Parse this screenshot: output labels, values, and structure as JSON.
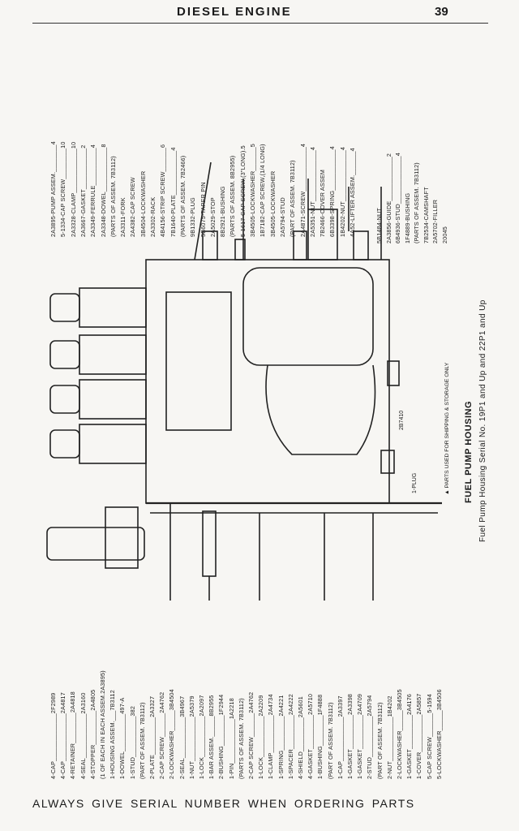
{
  "header": {
    "title": "DIESEL ENGINE",
    "page": "39"
  },
  "top_parts": [
    "2A3895-PUMP ASSEM.________4",
    "5-1334-CAP SCREW_________10",
    "2A3328-CLAMP_____________10",
    "2A3667-GASKET____________2",
    "2A3349-FERRULE___________4",
    "2A3348-DOWEL_____________8",
    "(PARTS OF ASSEM. 7B3112)",
    "2A3311-FORK",
    "2A4382-CAP SCREW",
    "3B4504-LOCKWASHER",
    "2A3302-RACK",
    "4B4156-STRIP SCREW_______6",
    "7B1640-PLATE_____________4",
    "(PARTS OF ASSEM. 7B2466)",
    "9B1332-PLUG",
    "5B6075-TAPER PIN",
    "2A5029-STOP",
    "8B2921-BUSHING",
    "(PARTS OF ASSEM. 8B2955)",
    "5-1617-CAP SCREW,(3\"LONG).5",
    "3B4505-LOCKWASHER_______5",
    "1B7182-CAP SCREW,(1/4 LONG)",
    "3B4505-LOCKWASHER",
    "2A5794-STUD",
    "(PART OF ASSEM. 7B3112)",
    "2A4871-SCREW_____________4",
    "2A5351-NUT_______________4",
    "7B2466-COVER ASSEM",
    "6B3398-SPRING____________4",
    "1B4202-NUT_______________4",
    "4A52-LIFTER ASSEM._______4"
  ],
  "top_right_parts": [
    "5B1484-NUT",
    "2A3856-GUIDE_____________2",
    "6B4936-STUD______________4",
    "1F4889-BUSHING",
    "(PARTS OF ASSEM. 7B3112)",
    "7B2534-CAMSHAFT",
    "2A5702-FILLER",
    "20045"
  ],
  "bottom_parts": [
    "4-CAP______________2F2989",
    "4-CAP______________2A4817",
    "4-RETAINER_________2A4818",
    "4-SEAL_____________2A3160",
    "4-STOPPER__________2A4805",
    "(1 OF EACH IN EACH ASSEM.2A3895)",
    "1-HOUSING ASSEM.___7B3112",
    "1-DOWEL___________497-A",
    "1-STUD____________382",
    "(PART OF ASSEM. 7B3112)",
    "2-PLATE___________2A3327",
    "2-CAP SCREW_______2A4762",
    "2-LOCKWASHER______3B4504",
    "2-SEAL____________3B4967",
    "1-NUT_____________2A5379",
    "1-LOCK____________2A2097",
    "1-BAR ASSEM.______8B2955",
    "2-BUSHING_________1F2944",
    "1-PIN_____________1A2218",
    "(PARTS OF ASSEM. 7B3112)",
    "2-CAP SCREW_______2A4762",
    "1-LOCK____________2A2209",
    "1-CLAMP___________2A4734",
    "1-SPRING__________2A4221",
    "1-SPACER__________2A4222",
    "4-SHIELD__________2A5601",
    "4-GASKET__________2A5710",
    "1-BUSHING_________1F4888",
    "(PART OF ASSEM. 7B3112)",
    "1-CAP_____________2A3397",
    "1-GASKET__________2A3398",
    "1-GASKET__________2A4709",
    "2-STUD____________2A5794",
    "(PART OF ASSEM. 7B3112)",
    "2-NUT_____________1B4202",
    "2-LOCKWASHER______3B4505",
    "1-GASKET__________2A4176",
    "1-COVER___________2A5857",
    "5-CAP SCREW_______5-1594",
    "5-LOCKWASHER______3B4506"
  ],
  "side_labels": {
    "plug": "1-PLUG",
    "code": "2B7410"
  },
  "caption": {
    "title": "FUEL PUMP HOUSING",
    "subtitle": "Fuel Pump Housing Serial No. 19P1 and Up and 22P1 and Up",
    "note": "▲ PARTS USED FOR SHIPPING & STORAGE ONLY"
  },
  "footer": "ALWAYS GIVE SERIAL NUMBER WHEN ORDERING PARTS"
}
